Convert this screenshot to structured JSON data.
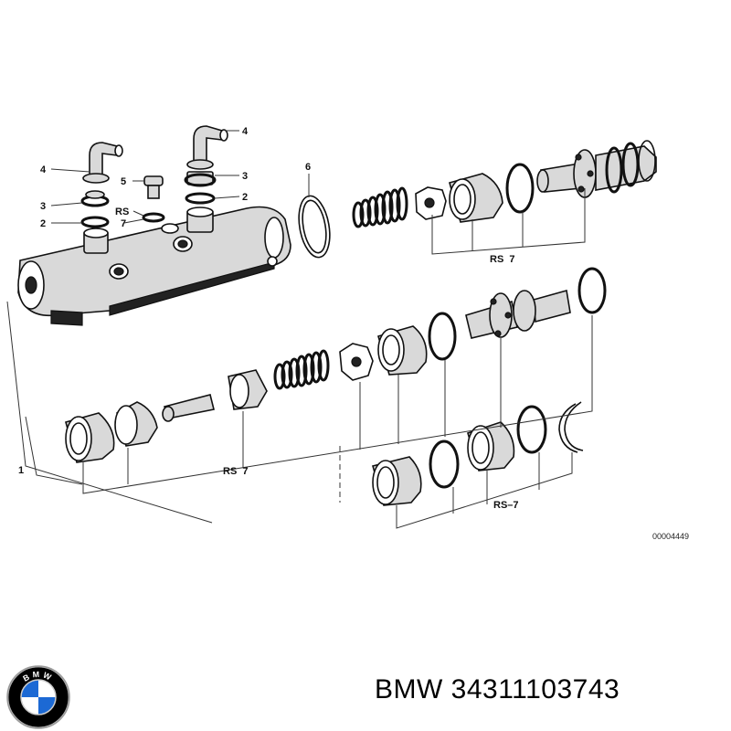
{
  "callouts": {
    "n1": "1",
    "n2": "2",
    "n3": "3",
    "n4": "4",
    "n5": "5",
    "n6": "6",
    "n7": "7",
    "rs": "RS",
    "rs7": "RS  7",
    "rs_7": "RS–7"
  },
  "diagram_code": "00004449",
  "caption": "BMW 34311103743",
  "logo": {
    "text": "BMW",
    "icon": "bmw-roundel-logo",
    "colors": [
      "#1c69d4",
      "#ffffff",
      "#000000"
    ]
  }
}
